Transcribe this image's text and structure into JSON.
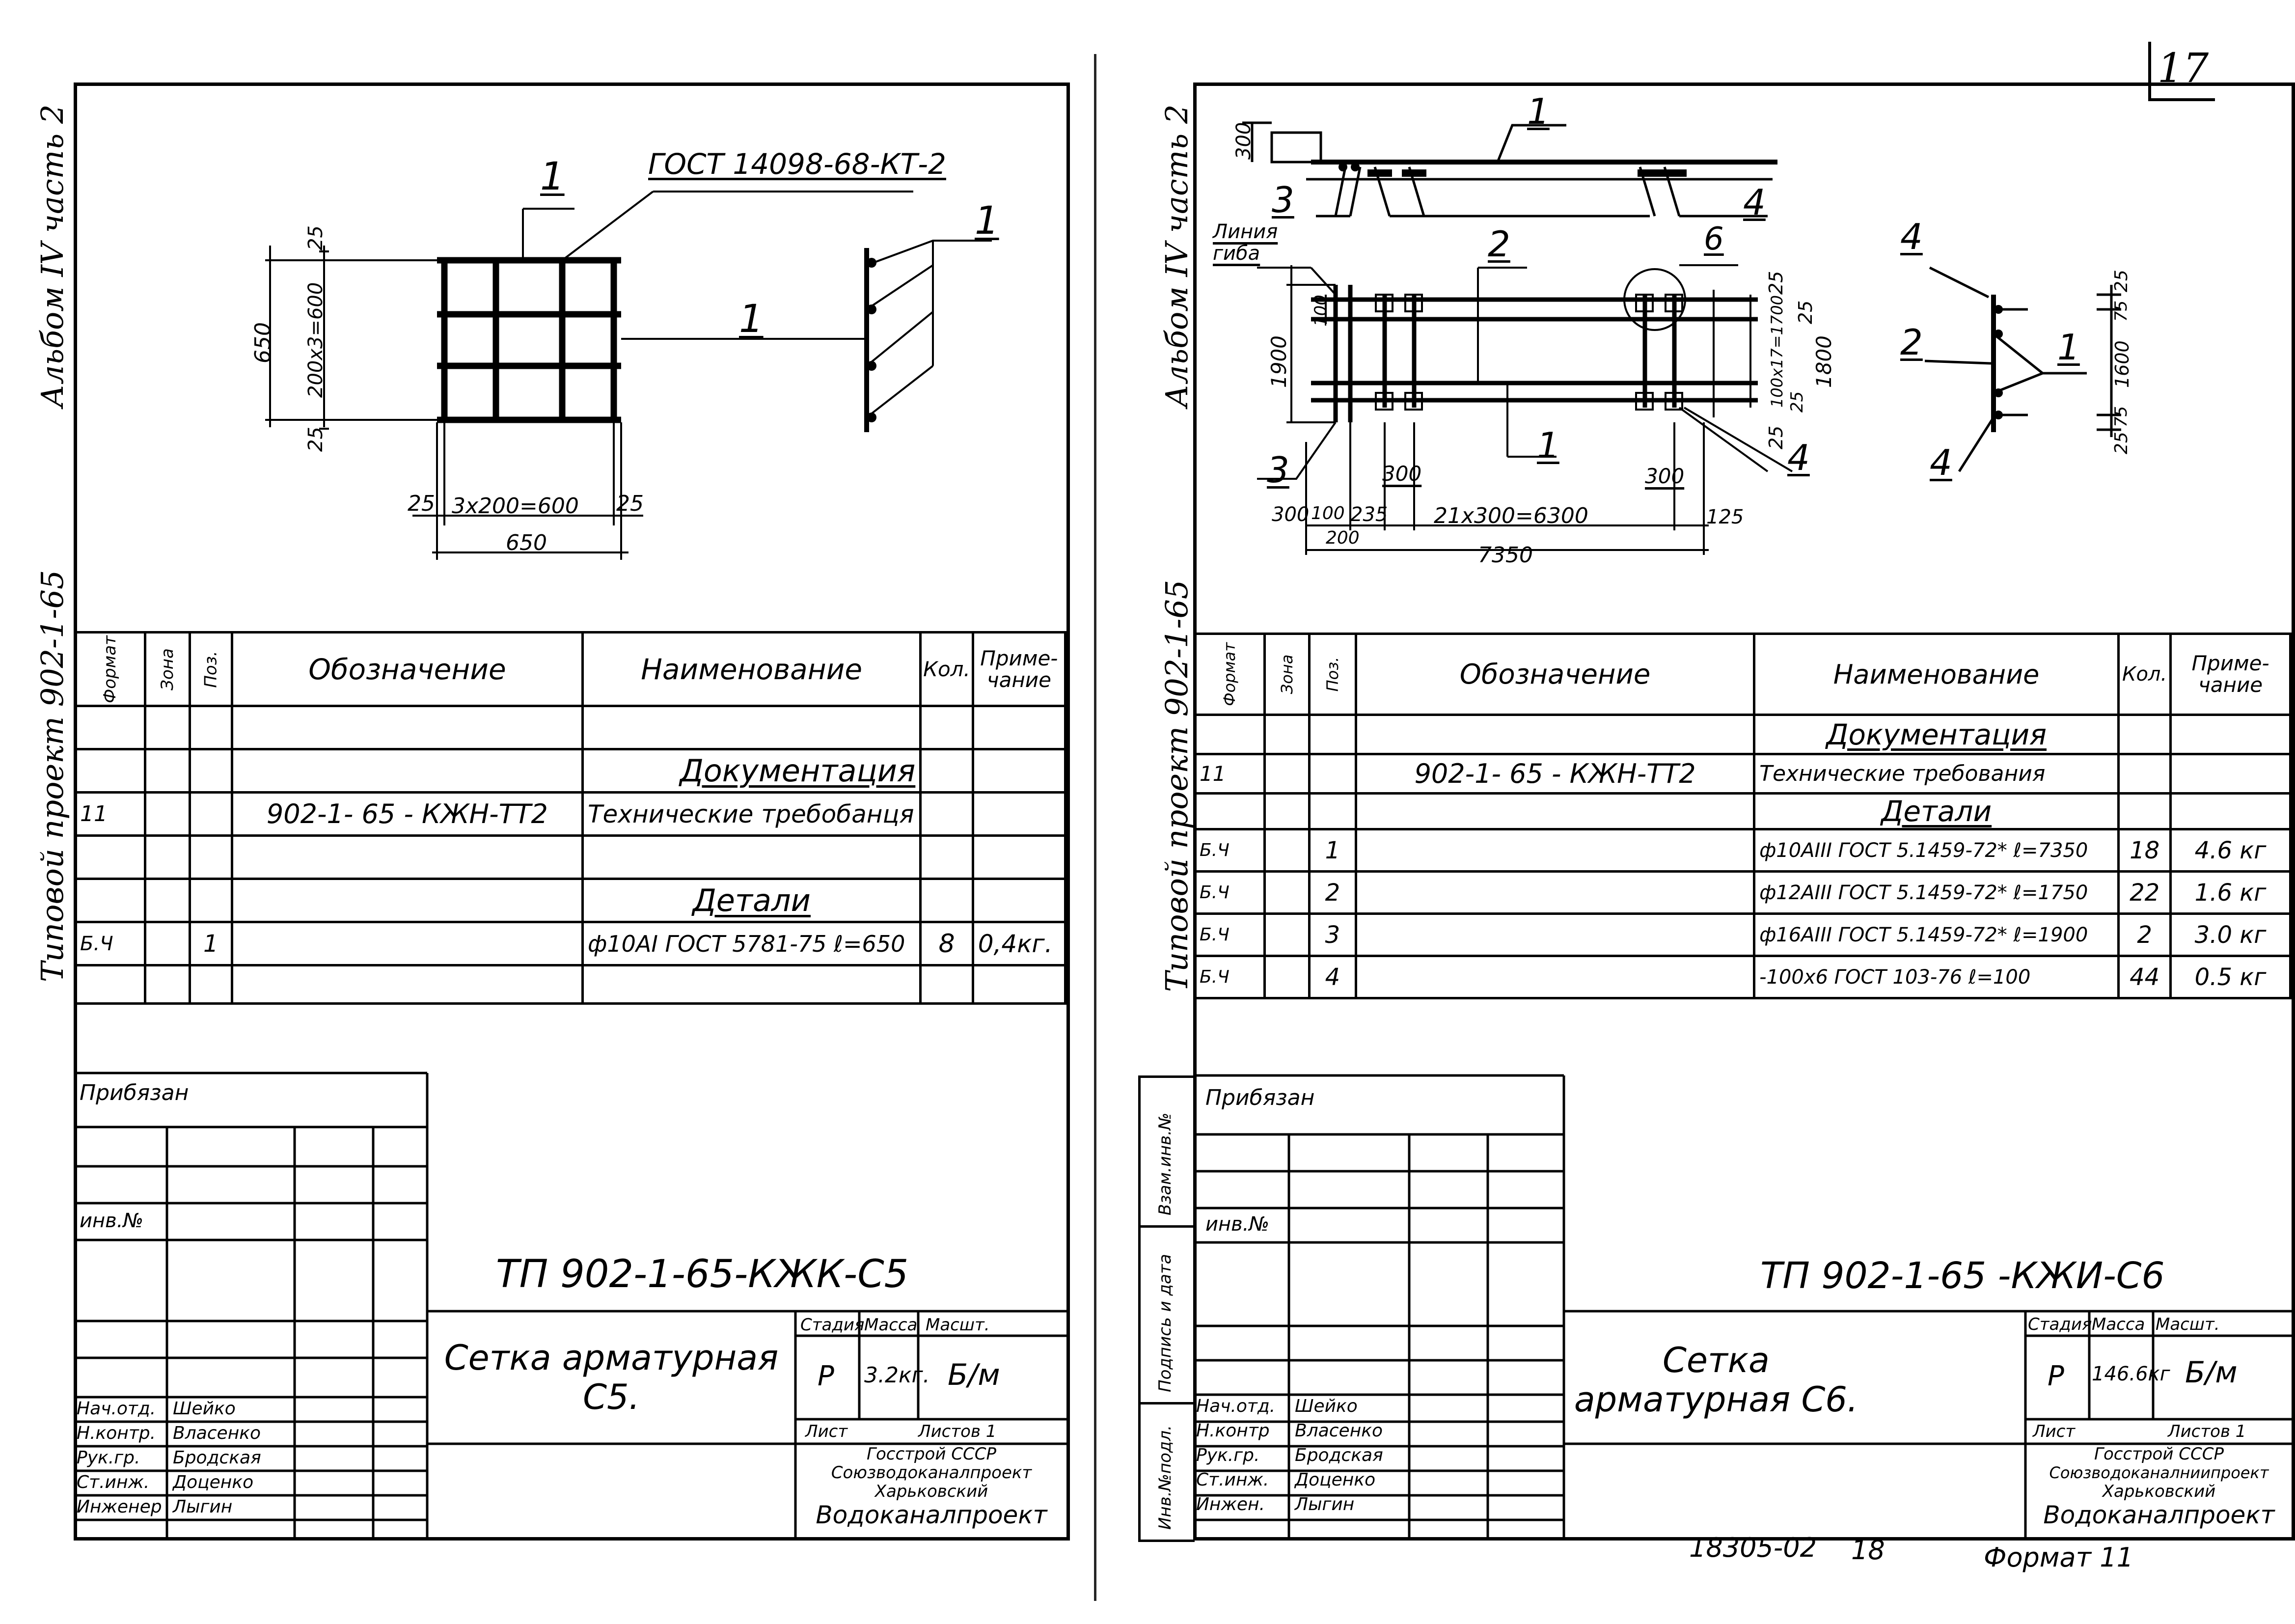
{
  "page_number": "17",
  "bottom": {
    "code": "18305-02",
    "sheet": "18",
    "format": "Формат 11"
  },
  "left": {
    "side_album": "Альбом IV часть 2",
    "side_project": "Типовой проект 902-1-65",
    "drawing": {
      "gost_label": "ГОСТ 14098-68-КТ-2",
      "pos1_a": "1",
      "pos1_b": "1",
      "pos1_c": "1",
      "dim_650_v": "650",
      "dim_200x3": "200х3=600",
      "dim_25_top": "25",
      "dim_25_bot": "25",
      "dim_25_l": "25",
      "dim_3x200": "3х200=600",
      "dim_25_r": "25",
      "dim_650_h": "650"
    },
    "spec": {
      "headers": [
        "Формат",
        "Зона",
        "Поз.",
        "Обозначение",
        "Наименование",
        "Кол.",
        "Приме-\nчание"
      ],
      "section_docs": "Документация",
      "row_docs": {
        "format": "11",
        "designation": "902-1- 65  - КЖН-ТТ2",
        "name": "Технические требобанця"
      },
      "section_details": "Детали",
      "row_detail": {
        "format": "Б.Ч",
        "pos": "1",
        "name": "ф10АI  ГОСТ 5781-75  ℓ=650",
        "qty": "8",
        "note": "0,4кг."
      }
    },
    "title": {
      "privyazan": "Прибязан",
      "inv_no": "инв.№",
      "doc_code": "ТП 902-1-65-КЖК-С5",
      "name": "Сетка арматурная С5.",
      "stage_h": "Стадия",
      "mass_h": "Масса",
      "scale_h": "Масшт.",
      "stage": "Р",
      "mass": "3.2кг.",
      "scale": "Б/м",
      "list": "Лист",
      "lists": "Листов 1",
      "org1": "Госстрой СССР",
      "org2": "Союзводоканалпроект",
      "org3": "Харьковский",
      "org4": "Водоканалпроект",
      "people": [
        {
          "role": "Нач.отд.",
          "name": "Шейко"
        },
        {
          "role": "Н.контр.",
          "name": "Власенко"
        },
        {
          "role": "Рук.гр.",
          "name": "Бродская"
        },
        {
          "role": "Ст.инж.",
          "name": "Доценко"
        },
        {
          "role": "Инженер",
          "name": "Лыгин"
        }
      ]
    }
  },
  "right": {
    "side_album": "Альбом IV часть 2",
    "side_project": "Типовой проект 902-1-65",
    "side_tb": [
      "Взам.инв.№",
      "Подпись и дата",
      "Инв.№подл."
    ],
    "drawing": {
      "d300": "300",
      "p1a": "1",
      "p3a": "3",
      "p4a": "4",
      "line_bend": "Линия гиба",
      "p2": "2",
      "p6": "6",
      "d100": "100",
      "d1900": "1900",
      "d25a": "25",
      "d25b": "25",
      "d100x17": "100х17=1700",
      "d1800": "1800",
      "d25c": "25",
      "d25d": "25",
      "p1b": "1",
      "p4b": "4",
      "p3b": "3",
      "d300b": "300",
      "d300c": "300",
      "d300d": "300",
      "d100b": "100",
      "d235": "235",
      "d21x300": "21х300=6300",
      "d125": "125",
      "d200": "200",
      "d7350": "7350",
      "p4c": "4",
      "p2b": "2",
      "p1c": "1",
      "p4d": "4",
      "d25e": "25",
      "d75a": "75",
      "d1600": "1600",
      "d75b": "75",
      "d25f": "25"
    },
    "spec": {
      "headers": [
        "Формат",
        "Зона",
        "Поз.",
        "Обозначение",
        "Наименование",
        "Кол.",
        "Приме-\nчание"
      ],
      "section_docs": "Документация",
      "row_docs": {
        "format": "11",
        "designation": "902-1- 65 - КЖН-ТТ2",
        "name": "Технические требования"
      },
      "section_details": "Детали",
      "rows": [
        {
          "format": "Б.Ч",
          "pos": "1",
          "name": "ф10АIII ГОСТ 5.1459-72* ℓ=7350",
          "qty": "18",
          "note": "4.6 кг"
        },
        {
          "format": "Б.Ч",
          "pos": "2",
          "name": "ф12АIII ГОСТ 5.1459-72* ℓ=1750",
          "qty": "22",
          "note": "1.6 кг"
        },
        {
          "format": "Б.Ч",
          "pos": "3",
          "name": "ф16АIII ГОСТ 5.1459-72* ℓ=1900",
          "qty": "2",
          "note": "3.0 кг"
        },
        {
          "format": "Б.Ч",
          "pos": "4",
          "name": "-100х6 ГОСТ 103-76   ℓ=100",
          "qty": "44",
          "note": "0.5 кг"
        }
      ]
    },
    "title": {
      "privyazan": "Прибязан",
      "inv_no": "инв.№",
      "doc_code": "ТП 902-1-65 -КЖИ-С6",
      "name": "Сетка арматурная С6.",
      "stage_h": "Стадия",
      "mass_h": "Масса",
      "scale_h": "Масшт.",
      "stage": "Р",
      "mass": "146.6кг",
      "scale": "Б/м",
      "list": "Лист",
      "lists": "Листов 1",
      "org1": "Госстрой СССР",
      "org2": "Союзводоканалниипроект",
      "org3": "Харьковский",
      "org4": "Водоканалпроект",
      "people": [
        {
          "role": "Нач.отд.",
          "name": "Шейко"
        },
        {
          "role": "Н.контр",
          "name": "Власенко"
        },
        {
          "role": "Рук.гр.",
          "name": "Бродская"
        },
        {
          "role": "Ст.инж.",
          "name": "Доценко"
        },
        {
          "role": "Инжен.",
          "name": "Лыгин"
        }
      ]
    }
  }
}
